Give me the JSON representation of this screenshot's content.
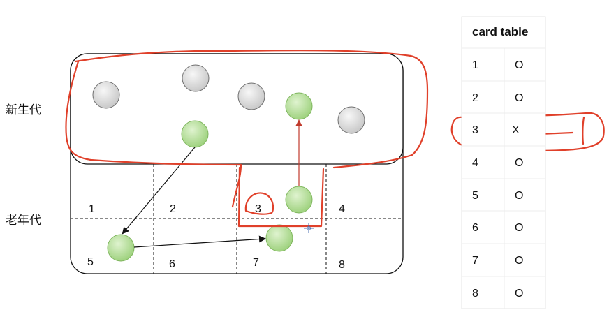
{
  "regions": {
    "young_label": "新生代",
    "old_label": "老年代"
  },
  "old_gen_cells": [
    "1",
    "2",
    "3",
    "4",
    "5",
    "6",
    "7",
    "8"
  ],
  "card_table": {
    "title": "card table",
    "rows": [
      {
        "index": "1",
        "mark": "O"
      },
      {
        "index": "2",
        "mark": "O"
      },
      {
        "index": "3",
        "mark": "X"
      },
      {
        "index": "4",
        "mark": "O"
      },
      {
        "index": "5",
        "mark": "O"
      },
      {
        "index": "6",
        "mark": "O"
      },
      {
        "index": "7",
        "mark": "O"
      },
      {
        "index": "8",
        "mark": "O"
      }
    ]
  },
  "colors": {
    "annotation_red": "#e0402a",
    "object_gray": "#d9d9d9",
    "object_green": "#a8d98a",
    "reference_arrow": "#111111",
    "cross_gen_arrow": "#c0392b"
  }
}
